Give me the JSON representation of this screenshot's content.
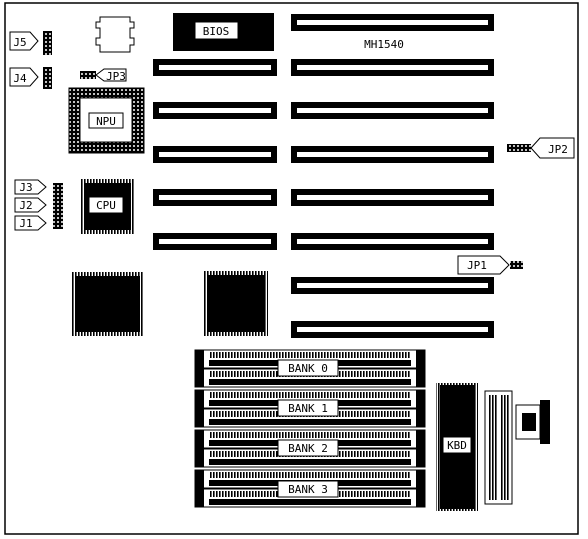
{
  "board": {
    "model": "MH1540"
  },
  "labels": {
    "bios": "BIOS",
    "npu": "NPU",
    "cpu": "CPU",
    "kbd": "KBD",
    "j5": "J5",
    "j4": "J4",
    "j3": "J3",
    "j2": "J2",
    "j1": "J1",
    "jp1": "JP1",
    "jp2": "JP2",
    "jp3": "JP3"
  },
  "memory_banks": [
    {
      "label": "BANK 0"
    },
    {
      "label": "BANK 1"
    },
    {
      "label": "BANK 2"
    },
    {
      "label": "BANK 3"
    }
  ],
  "colors": {
    "ink": "#000000",
    "paper": "#ffffff"
  }
}
